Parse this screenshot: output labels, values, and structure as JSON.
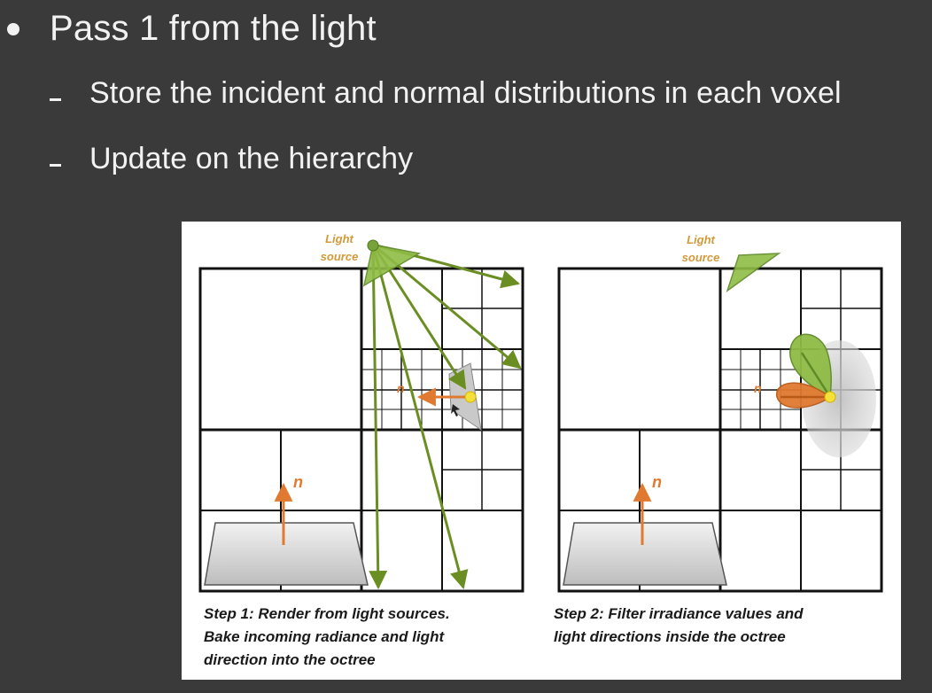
{
  "slide": {
    "bullet": "Pass 1 from the light",
    "sub_items": [
      "Store the incident and normal distributions in each voxel",
      "Update on the hierarchy"
    ]
  },
  "figure": {
    "panels": [
      {
        "light_label_line1": "Light",
        "light_label_line2": "source",
        "normal_label": "n",
        "caption_lines": [
          "Step 1: Render from light sources.",
          "Bake incoming radiance and light",
          "direction into the octree"
        ]
      },
      {
        "light_label_line1": "Light",
        "light_label_line2": "source",
        "normal_label": "n",
        "caption_lines": [
          "Step 2: Filter irradiance values and",
          "light directions inside the octree"
        ]
      }
    ],
    "colors": {
      "ray": "#6b8e23",
      "normal": "#e07a30",
      "light_cone": "#8fbc45",
      "grid": "#111111"
    }
  }
}
